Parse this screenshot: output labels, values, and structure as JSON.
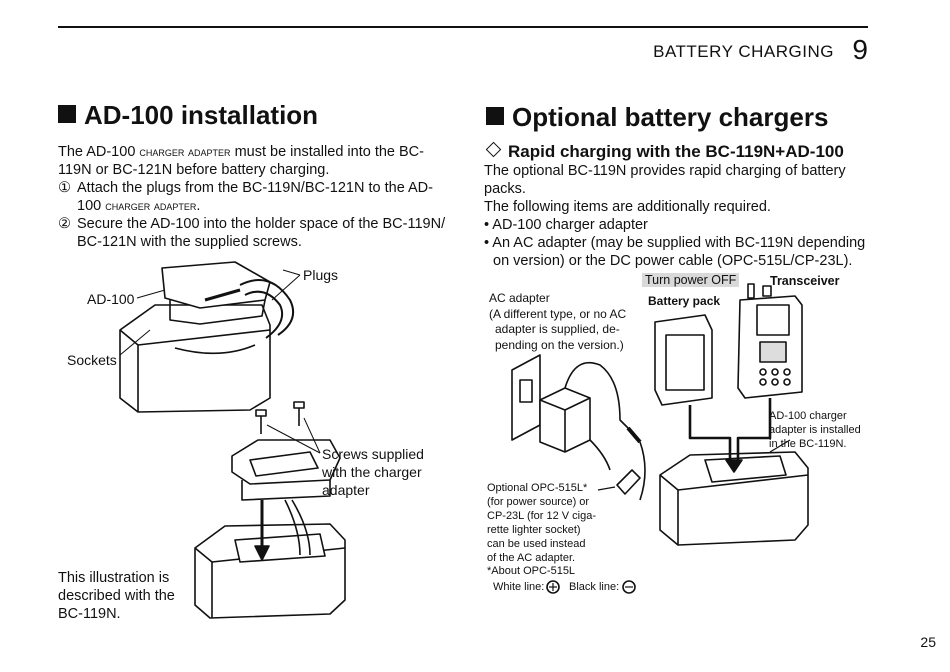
{
  "header": {
    "chapter_title": "BATTERY CHARGING",
    "chapter_number": "9"
  },
  "left": {
    "title": "AD-100 installation",
    "intro_1": "The AD-100 ",
    "intro_sc": "charger adapter",
    "intro_2": " must be installed into the BC-",
    "intro_3": "119N or BC-121N before battery charging.",
    "step1_num": "①",
    "step1_a": "Attach the plugs from the BC-119N/BC-121N to the AD-",
    "step1_b": "100 ",
    "step1_sc": "charger adapter",
    "step1_c": ".",
    "step2_num": "②",
    "step2_a": "Secure the AD-100 into the holder space of the BC-119N/",
    "step2_b": "BC-121N with the supplied screws.",
    "labels": {
      "plugs": "Plugs",
      "ad100": "AD-100",
      "sockets": "Sockets",
      "screws_1": "Screws supplied",
      "screws_2": "with the charger",
      "screws_3": "adapter"
    },
    "note_1": "This illustration is",
    "note_2": "described with the",
    "note_3": "BC-119N."
  },
  "right": {
    "title": "Optional battery chargers",
    "subtitle": "Rapid charging with the BC-119N+AD-100",
    "p1_a": "The optional BC-119N provides rapid charging of battery",
    "p1_b": "packs.",
    "p2": "The following items are additionally required.",
    "bullet1": "• AD-100 charger adapter",
    "bullet2_a": "• An AC adapter (may be supplied with BC-119N depending",
    "bullet2_b": "on version) or the DC power cable (OPC-515L/CP-23L).",
    "labels": {
      "turn_power_off": "Turn power OFF",
      "transceiver": "Transceiver",
      "battery_pack": "Battery pack",
      "ac_adapter": "AC adapter",
      "ac_1": "(A different type, or no AC",
      "ac_2": "adapter is supplied, de-",
      "ac_3": "pending on the version.)",
      "ad_1": "AD-100 charger",
      "ad_2": "adapter is installed",
      "ad_3": "in the BC-119N.",
      "opc_1": "Optional OPC-515L*",
      "opc_2": "(for power source) or",
      "opc_3": "CP-23L (for 12 V ciga-",
      "opc_4": "rette lighter socket)",
      "opc_5": "can be used instead",
      "opc_6": "of the AC adapter.",
      "about": "*About OPC-515L",
      "white_line": "White line:",
      "black_line": "Black line:"
    }
  },
  "page_number": "25"
}
